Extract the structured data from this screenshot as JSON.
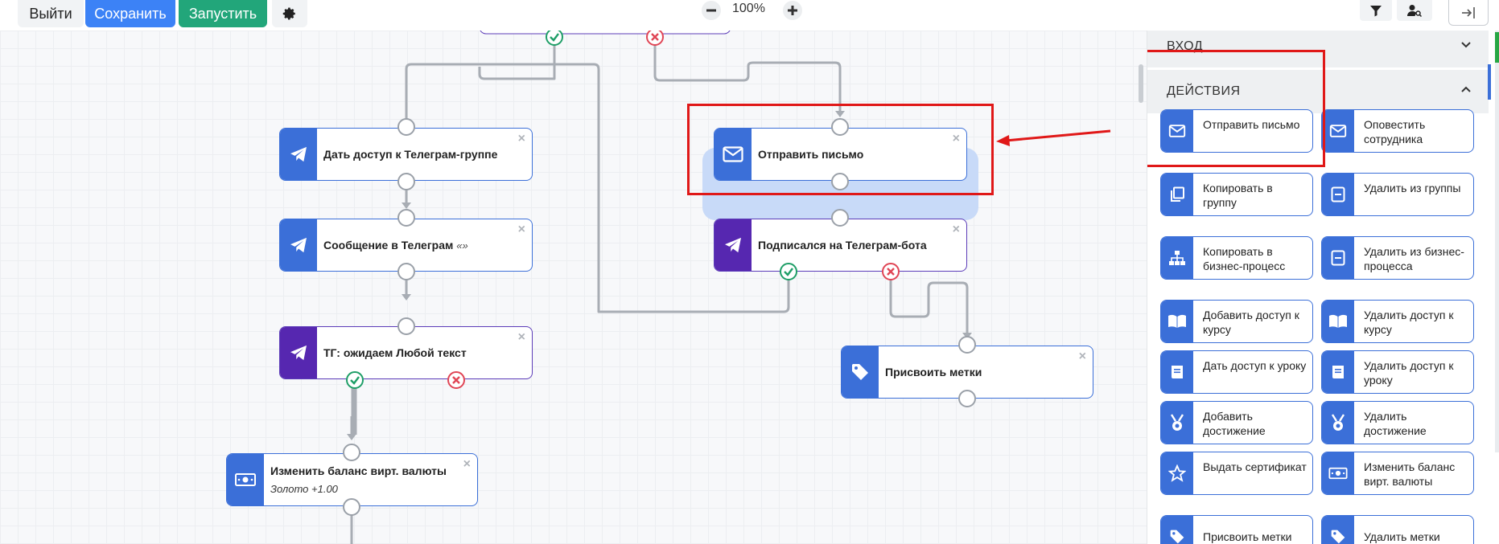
{
  "toolbar": {
    "exit_label": "Выйти",
    "save_label": "Сохранить",
    "run_label": "Запустить",
    "zoom_level": "100%"
  },
  "colors": {
    "primary": "#3b6fd8",
    "save": "#3c82f6",
    "run": "#22a67a",
    "telegram_purple": "#5627b0",
    "success": "#1e9e67",
    "error": "#e04555",
    "annotation_red": "#e01818"
  },
  "nodes": {
    "tg_access": {
      "title": "Дать доступ к Телеграм-группе",
      "icon": "telegram-icon"
    },
    "tg_message": {
      "title": "Сообщение в Телеграм",
      "suffix": "«»",
      "icon": "telegram-icon"
    },
    "tg_wait": {
      "title": "ТГ: ожидаем Любой текст",
      "icon": "telegram-icon"
    },
    "change_balance": {
      "title": "Изменить баланс вирт. валюты",
      "subtitle": "Золото +1.00",
      "icon": "money-icon"
    },
    "send_email": {
      "title": "Отправить письмо",
      "icon": "envelope-icon"
    },
    "tg_subscribed": {
      "title": "Подписался на Телеграм-бота",
      "icon": "telegram-icon"
    },
    "assign_tags": {
      "title": "Присвоить метки",
      "icon": "tag-icon"
    }
  },
  "panel": {
    "section_input": "ВХОД",
    "section_actions": "ДЕЙСТВИЯ",
    "cards": [
      {
        "label": "Отправить письмо",
        "icon": "envelope-icon"
      },
      {
        "label": "Оповестить сотрудника",
        "icon": "envelope-icon"
      },
      {
        "label": "Копировать в группу",
        "icon": "copy-icon"
      },
      {
        "label": "Удалить из группы",
        "icon": "remove-icon"
      },
      {
        "label": "Копировать в бизнес-процесс",
        "icon": "hierarchy-icon"
      },
      {
        "label": "Удалить из бизнес-процесса",
        "icon": "remove-icon"
      },
      {
        "label": "Добавить доступ к курсу",
        "icon": "book-icon"
      },
      {
        "label": "Удалить доступ к курсу",
        "icon": "book-icon"
      },
      {
        "label": "Дать доступ к уроку",
        "icon": "lesson-icon"
      },
      {
        "label": "Удалить доступ к уроку",
        "icon": "lesson-icon"
      },
      {
        "label": "Добавить достижение",
        "icon": "medal-icon"
      },
      {
        "label": "Удалить достижение",
        "icon": "medal-icon"
      },
      {
        "label": "Выдать сертификат",
        "icon": "star-icon"
      },
      {
        "label": "Изменить баланс вирт. валюты",
        "icon": "money-icon"
      },
      {
        "label": "Присвоить метки",
        "icon": "tag-icon"
      },
      {
        "label": "Удалить метки",
        "icon": "tag-icon"
      }
    ]
  }
}
